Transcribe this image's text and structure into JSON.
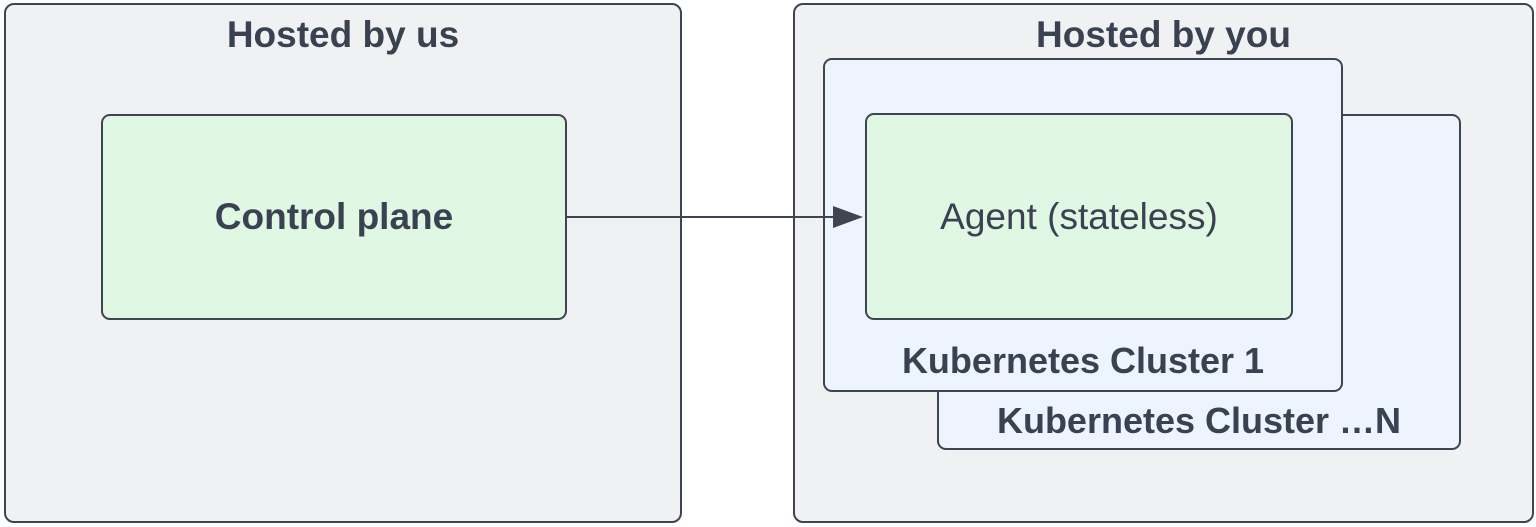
{
  "colors": {
    "background": "#ffffff",
    "container_fill": "#f0f1f3",
    "cluster_fill": "#edf4fd",
    "node_fill": "#dff7e3",
    "border": "#3e4551",
    "text": "#3a4150"
  },
  "diagram": {
    "hosted_by_us": {
      "title": "Hosted by us",
      "control_plane": {
        "label": "Control plane"
      }
    },
    "hosted_by_you": {
      "title": "Hosted by you",
      "cluster_1": {
        "label": "Kubernetes Cluster 1",
        "agent": {
          "label": "Agent (stateless)"
        }
      },
      "cluster_n": {
        "label": "Kubernetes Cluster …N"
      }
    },
    "arrow": {
      "from": "Control plane",
      "to": "Agent (stateless)",
      "direction": "right"
    }
  }
}
